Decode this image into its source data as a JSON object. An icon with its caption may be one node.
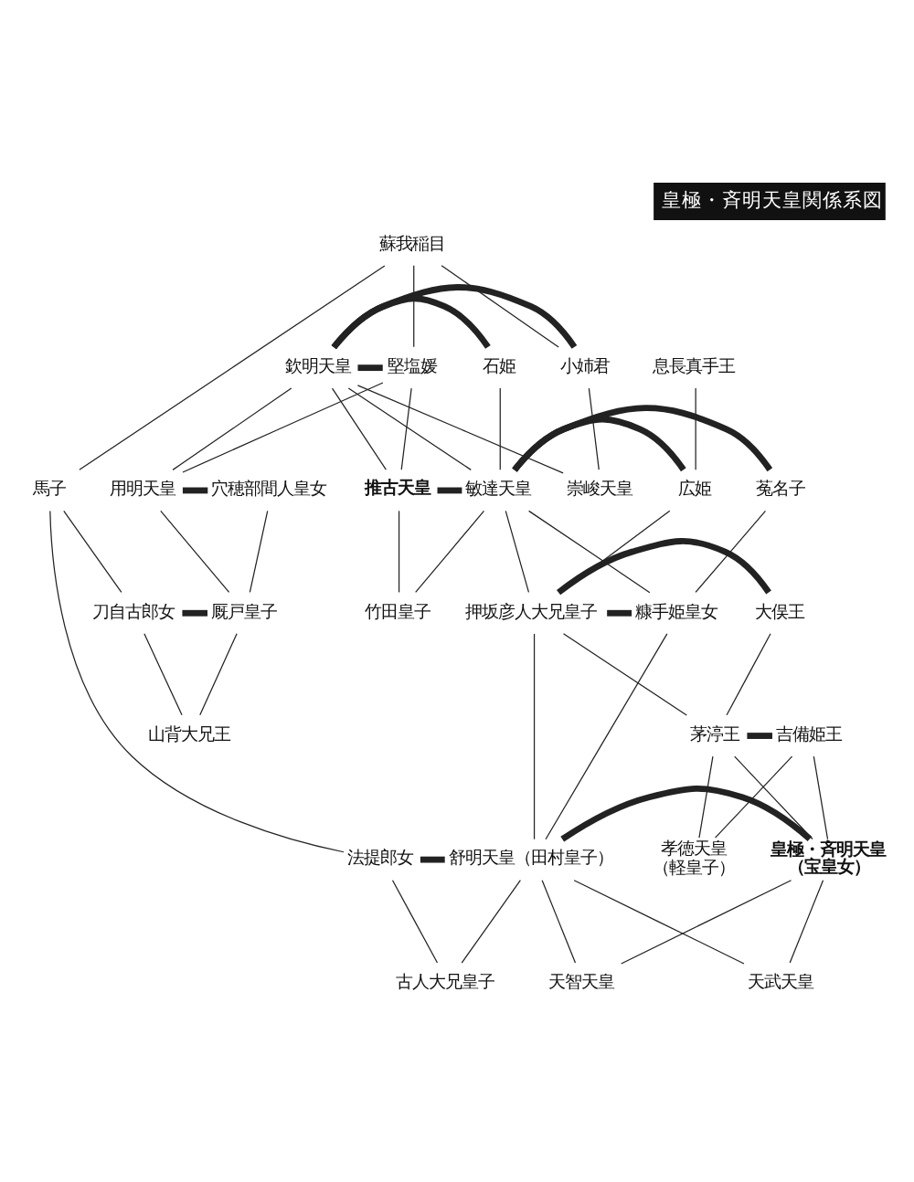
{
  "diagram": {
    "title": "皇極・斉明天皇関係系図",
    "nodes": [
      {
        "text": [
          "蘇我稲目"
        ]
      },
      {
        "text": [
          "馬子"
        ]
      },
      {
        "text": [
          "小姉君"
        ]
      },
      {
        "text": [
          "欽明天皇"
        ]
      },
      {
        "text": [
          "石姫"
        ]
      },
      {
        "text": [
          "堅塩媛"
        ]
      },
      {
        "text": [
          "崇峻天皇"
        ]
      },
      {
        "text": [
          "息長真手王"
        ]
      },
      {
        "text": [
          "穴穂部間人皇女"
        ]
      },
      {
        "text": [
          "用明天皇"
        ]
      },
      {
        "text": [
          "推古天皇"
        ]
      },
      {
        "text": [
          "敏達天皇"
        ]
      },
      {
        "text": [
          "菟名子"
        ]
      },
      {
        "text": [
          "広姫"
        ]
      },
      {
        "text": [
          "刀自古郎女"
        ]
      },
      {
        "text": [
          "厩戸皇子"
        ]
      },
      {
        "text": [
          "竹田皇子"
        ]
      },
      {
        "text": [
          "大俣王"
        ]
      },
      {
        "text": [
          "押坂彦人大兄皇子"
        ]
      },
      {
        "text": [
          "糠手姫皇女"
        ]
      },
      {
        "text": [
          "山背大兄王"
        ]
      },
      {
        "text": [
          "吉備姫王"
        ]
      },
      {
        "text": [
          "茅渟王"
        ]
      },
      {
        "text": [
          "孝徳天皇",
          "（軽皇子）"
        ]
      },
      {
        "text": [
          "皇極・斉明天皇",
          "（宝皇女）"
        ]
      },
      {
        "text": [
          "舒明天皇（田村皇子）"
        ]
      },
      {
        "text": [
          "法提郎女"
        ]
      },
      {
        "text": [
          "古人大兄皇子"
        ]
      },
      {
        "text": [
          "天武天皇"
        ]
      },
      {
        "text": [
          "天智天皇"
        ]
      }
    ],
    "edges": [
      {
        "from": 0,
        "to": 1,
        "arrow": "none"
      },
      {
        "from": 0,
        "to": 2,
        "arrow": "none"
      },
      {
        "from": 0,
        "to": 5,
        "arrow": "none"
      },
      {
        "from": 1,
        "to": 14,
        "arrow": "none"
      },
      {
        "from": 1,
        "to": 26,
        "arrow": "none"
      },
      {
        "from": 3,
        "to": 2,
        "arrow": "none",
        "style": "thick"
      },
      {
        "from": 2,
        "to": 6,
        "arrow": "none"
      },
      {
        "from": 3,
        "to": 6,
        "arrow": "none"
      },
      {
        "from": 3,
        "to": 5,
        "arrow": "none",
        "style": "thick"
      },
      {
        "from": 5,
        "to": 9,
        "arrow": "none"
      },
      {
        "from": 3,
        "to": 9,
        "arrow": "none"
      },
      {
        "from": 5,
        "to": 10,
        "arrow": "none"
      },
      {
        "from": 3,
        "to": 10,
        "arrow": "none"
      },
      {
        "from": 3,
        "to": 4,
        "arrow": "none",
        "style": "thick"
      },
      {
        "from": 3,
        "to": 11,
        "arrow": "none"
      },
      {
        "from": 4,
        "to": 11,
        "arrow": "none"
      },
      {
        "from": 9,
        "to": 8,
        "arrow": "none",
        "style": "thick"
      },
      {
        "from": 8,
        "to": 15,
        "arrow": "none"
      },
      {
        "from": 9,
        "to": 15,
        "arrow": "none"
      },
      {
        "from": 10,
        "to": 11,
        "arrow": "none",
        "style": "thick"
      },
      {
        "from": 10,
        "to": 16,
        "arrow": "none"
      },
      {
        "from": 11,
        "to": 16,
        "arrow": "none"
      },
      {
        "from": 11,
        "to": 12,
        "arrow": "none",
        "style": "thick"
      },
      {
        "from": 11,
        "to": 19,
        "arrow": "none"
      },
      {
        "from": 12,
        "to": 19,
        "arrow": "none"
      },
      {
        "from": 7,
        "to": 13,
        "arrow": "none"
      },
      {
        "from": 11,
        "to": 13,
        "arrow": "none",
        "style": "thick"
      },
      {
        "from": 11,
        "to": 18,
        "arrow": "none"
      },
      {
        "from": 13,
        "to": 18,
        "arrow": "none"
      },
      {
        "from": 14,
        "to": 15,
        "arrow": "none",
        "style": "thick"
      },
      {
        "from": 14,
        "to": 20,
        "arrow": "none"
      },
      {
        "from": 15,
        "to": 20,
        "arrow": "none"
      },
      {
        "from": 18,
        "to": 17,
        "arrow": "none",
        "style": "thick"
      },
      {
        "from": 17,
        "to": 22,
        "arrow": "none"
      },
      {
        "from": 18,
        "to": 22,
        "arrow": "none"
      },
      {
        "from": 18,
        "to": 19,
        "arrow": "none",
        "style": "thick"
      },
      {
        "from": 18,
        "to": 25,
        "arrow": "none"
      },
      {
        "from": 19,
        "to": 25,
        "arrow": "none"
      },
      {
        "from": 22,
        "to": 21,
        "arrow": "none",
        "style": "thick"
      },
      {
        "from": 21,
        "to": 23,
        "arrow": "none"
      },
      {
        "from": 22,
        "to": 23,
        "arrow": "none"
      },
      {
        "from": 21,
        "to": 24,
        "arrow": "none"
      },
      {
        "from": 22,
        "to": 24,
        "arrow": "none"
      },
      {
        "from": 25,
        "to": 24,
        "arrow": "none",
        "style": "thick"
      },
      {
        "from": 24,
        "to": 28,
        "arrow": "none"
      },
      {
        "from": 25,
        "to": 28,
        "arrow": "none"
      },
      {
        "from": 24,
        "to": 29,
        "arrow": "none"
      },
      {
        "from": 25,
        "to": 29,
        "arrow": "none"
      },
      {
        "from": 26,
        "to": 25,
        "arrow": "none",
        "style": "thick"
      },
      {
        "from": 26,
        "to": 27,
        "arrow": "none"
      },
      {
        "from": 25,
        "to": 27,
        "arrow": "none"
      }
    ]
  }
}
